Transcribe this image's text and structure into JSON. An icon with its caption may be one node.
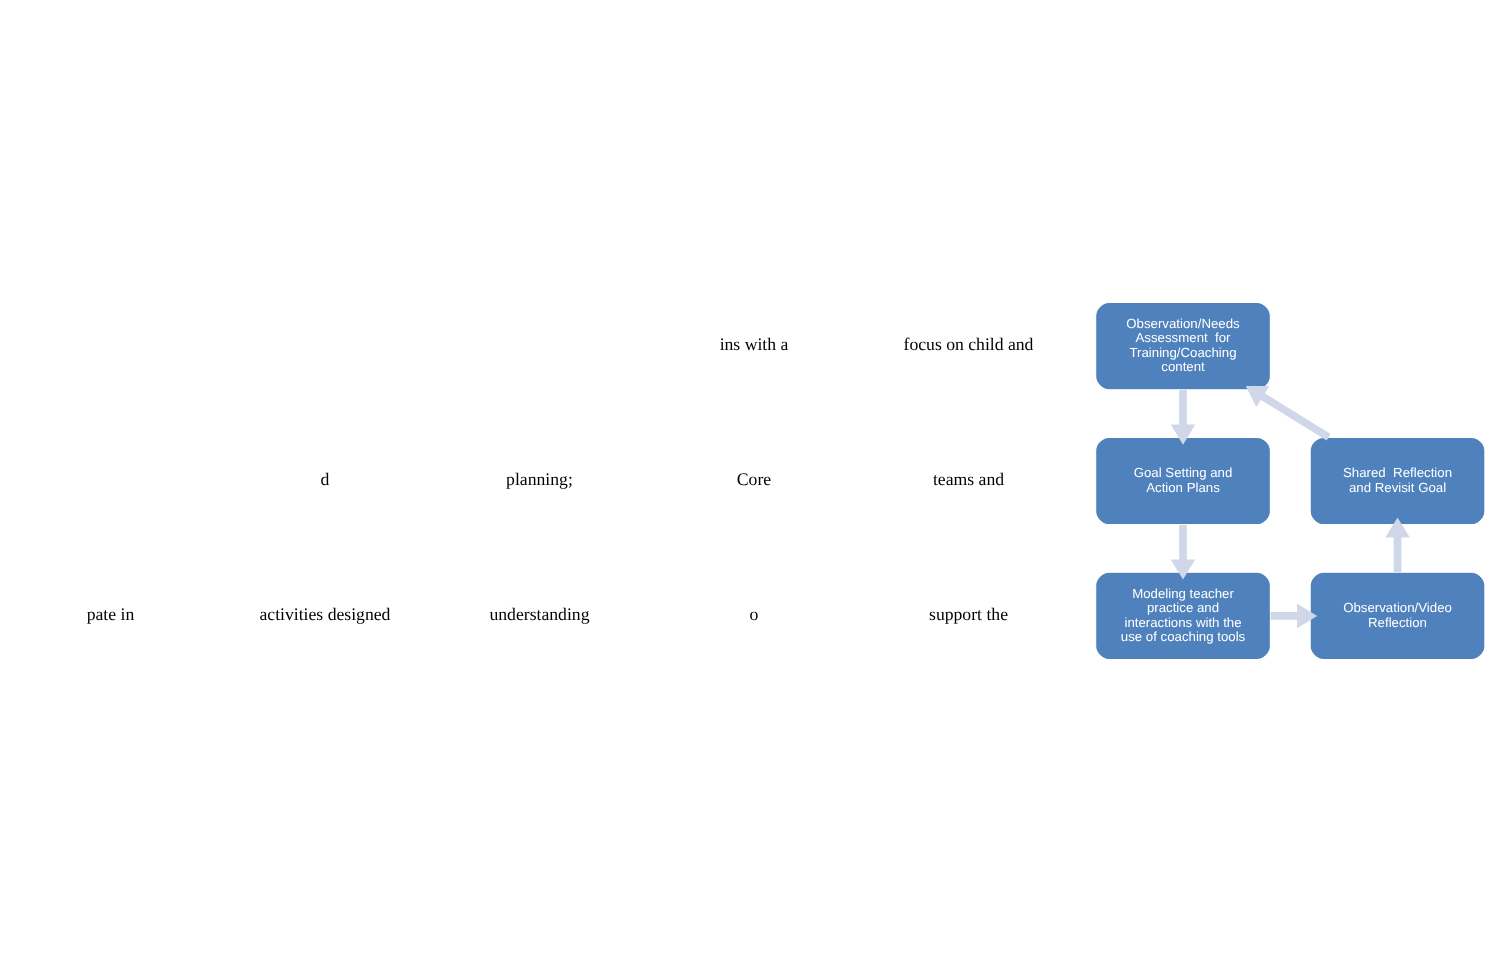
{
  "diagram": {
    "nodes": [
      {
        "text": [
          "Observation/Needs Assessment  for Training/Coaching content"
        ]
      },
      {
        "text": [
          "Goal Setting and Action Plans"
        ]
      },
      {
        "text": [
          "Modeling teacher practice and interactions with the use of coaching tools"
        ]
      },
      {
        "text": [
          "Observation/Video Reflection"
        ]
      },
      {
        "text": [
          "Shared  Reflection and Revisit Goal"
        ]
      }
    ],
    "edges": [
      {
        "from": 0,
        "to": 1,
        "arrow": "to"
      },
      {
        "from": 1,
        "to": 2,
        "arrow": "to"
      },
      {
        "from": 2,
        "to": 3,
        "arrow": "to"
      },
      {
        "from": 3,
        "to": 4,
        "arrow": "to"
      },
      {
        "from": 4,
        "to": 0,
        "arrow": "to"
      }
    ],
    "labels": [
      "ins with a",
      "focus on child and",
      "d",
      "planning;",
      "Core",
      "teams and",
      "pate in",
      "activities designed",
      "understanding",
      "o",
      "support the"
    ]
  }
}
